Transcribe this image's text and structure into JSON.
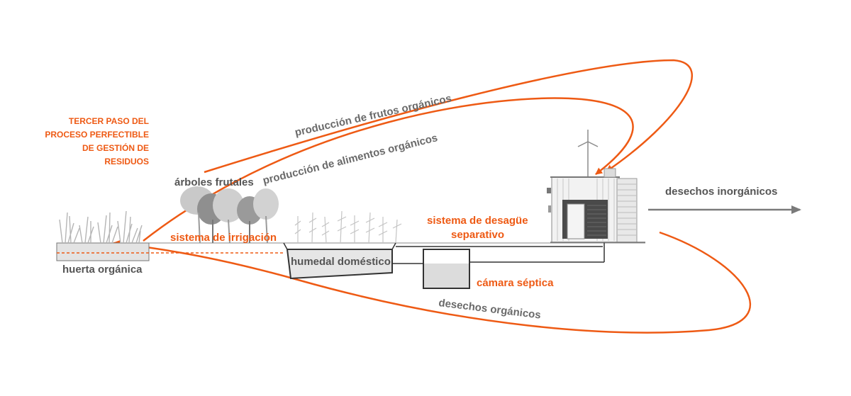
{
  "colors": {
    "accent": "#ee5a14",
    "label_gray": "#555555",
    "vegetation_gray": "#b8b8b8",
    "arrow_gray": "#7a7a7a"
  },
  "title": {
    "lines": [
      "TERCER PASO DEL",
      "PROCESO PERFECTIBLE",
      "DE GESTIÓN DE",
      "RESIDUOS"
    ]
  },
  "labels": {
    "fruits_production": "producción de frutos orgánicos",
    "food_production": "producción de alimentos orgánicos",
    "fruit_trees": "árboles frutales",
    "irrigation_system": "sistema de irrigación",
    "organic_garden": "huerta orgánica",
    "domestic_wetland": "humedal doméstico",
    "drainage_system_line1": "sistema de desagüe",
    "drainage_system_line2": "separativo",
    "septic_chamber": "cámara séptica",
    "organic_waste": "desechos orgánicos",
    "inorganic_waste": "desechos inorgánicos"
  },
  "icons": [
    "wind-turbine-icon",
    "house-icon",
    "tree-icon",
    "grass-icon",
    "crop-icon"
  ]
}
